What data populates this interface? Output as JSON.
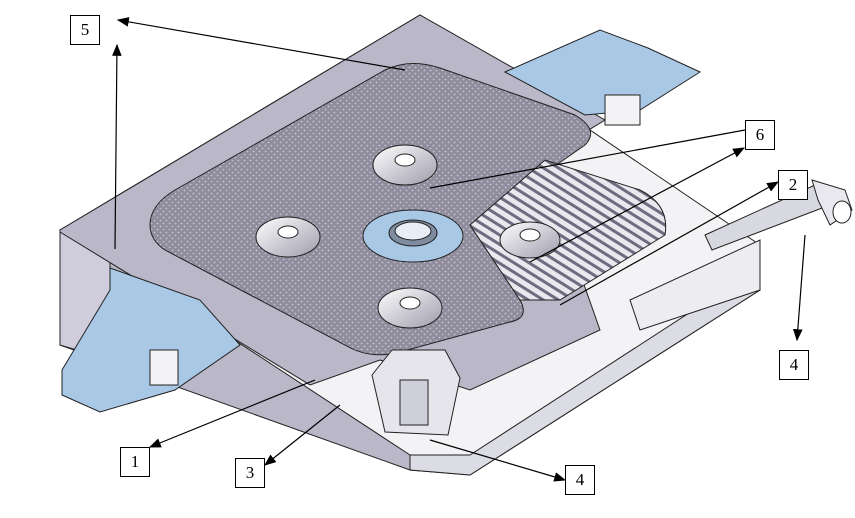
{
  "callouts": [
    {
      "id": "1",
      "label": "1"
    },
    {
      "id": "2",
      "label": "2"
    },
    {
      "id": "3",
      "label": "3"
    },
    {
      "id": "4a",
      "label": "4"
    },
    {
      "id": "4b",
      "label": "4"
    },
    {
      "id": "5",
      "label": "5"
    },
    {
      "id": "6",
      "label": "6"
    }
  ],
  "colors": {
    "frame_gray": "#b9b7c8",
    "frame_dark": "#9d9bb0",
    "filter_cloth": "#8f8c9d",
    "handle_blue": "#a9c8e6",
    "body_white": "#f3f3f5",
    "line": "#222222"
  }
}
